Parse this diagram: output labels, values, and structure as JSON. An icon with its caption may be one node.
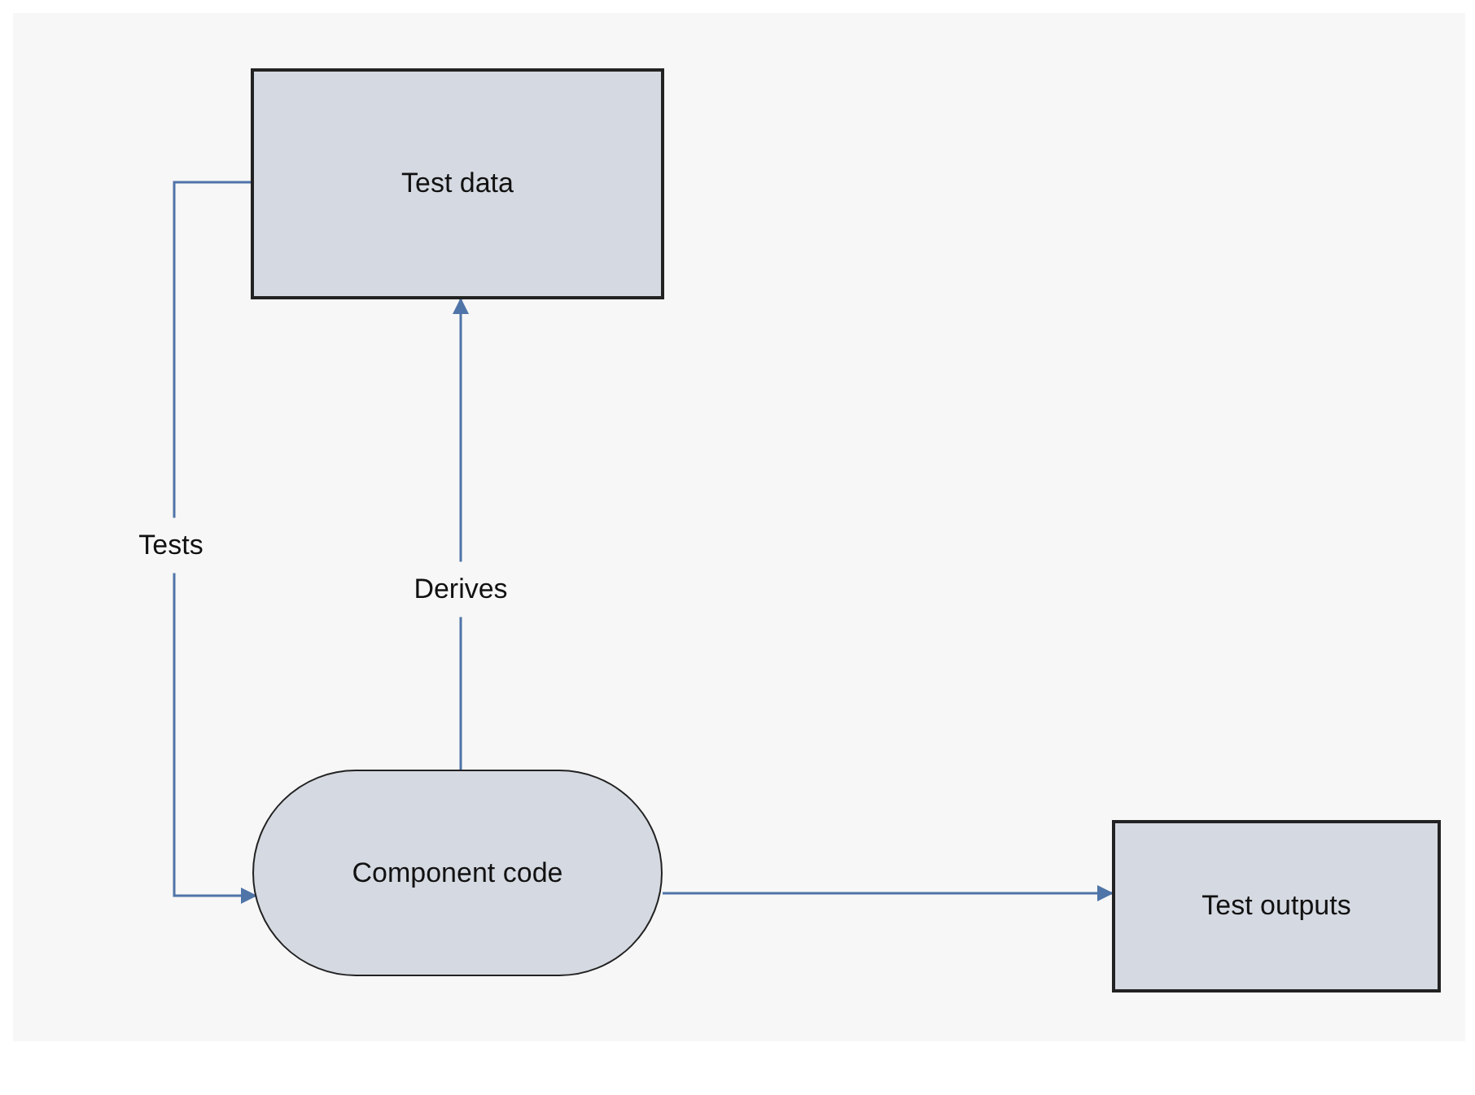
{
  "diagram": {
    "nodes": [
      {
        "text": [
          "Test data"
        ]
      },
      {
        "text": [
          "Component code"
        ]
      },
      {
        "text": [
          "Test outputs"
        ]
      }
    ],
    "edges": [
      {
        "from": 0,
        "to": 1,
        "arrow": "to",
        "label": "Tests"
      },
      {
        "from": 1,
        "to": 0,
        "arrow": "to",
        "label": "Derives"
      },
      {
        "from": 1,
        "to": 2,
        "arrow": "to"
      }
    ]
  }
}
